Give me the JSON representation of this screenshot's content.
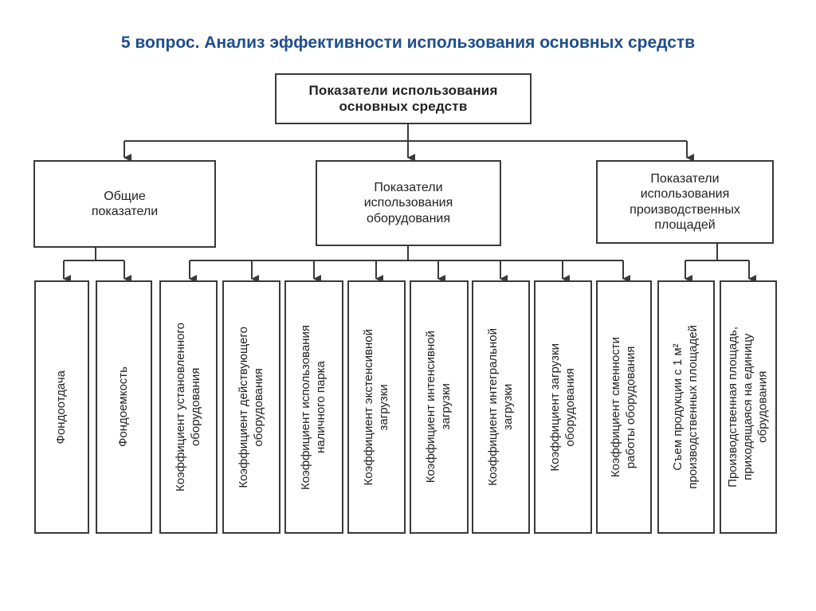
{
  "title": "5 вопрос. Анализ эффективности использования основных средств",
  "root": "Показатели использования\nосновных средств",
  "groups": [
    "Общие\nпоказатели",
    "Показатели\nиспользования\nоборудования",
    "Показатели\nиспользования\nпроизводственных\nплощадей"
  ],
  "leaves": [
    "Фондоотдача",
    "Фондоемкость",
    "Коэффициент установленного\nоборудования",
    "Коэффициент действующего\nоборудования",
    "Коэффициент использования\nналичного парка",
    "Коэффициент экстенсивной\nзагрузки",
    "Коэффициент интенсивной\nзагрузки",
    "Коэффициент интегральной\nзагрузки",
    "Коэффициент загрузки\nоборудования",
    "Коэффициент сменности\nработы оборудования",
    "Съем продукции с 1 м² \nпроизводственных площадей",
    "Производственная площадь,\nприходящаяся на единицу\nобрудования"
  ],
  "colors": {
    "title": "#1f4e8c",
    "line": "#3a3a3a"
  }
}
